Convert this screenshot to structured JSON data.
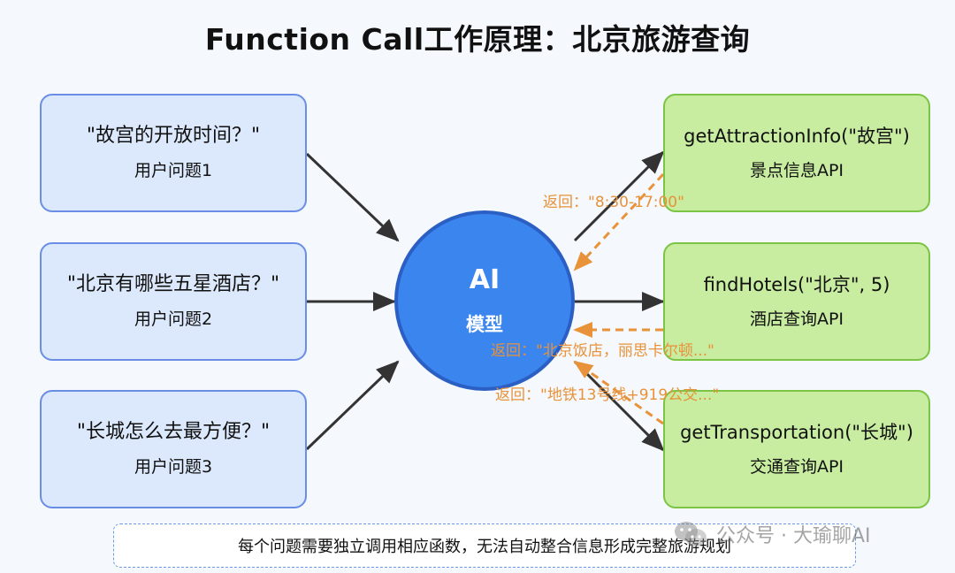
{
  "title": "Function Call工作原理：北京旅游查询",
  "questions": [
    {
      "text": "\"故宫的开放时间？\"",
      "label": "用户问题1"
    },
    {
      "text": "\"北京有哪些五星酒店？\"",
      "label": "用户问题2"
    },
    {
      "text": "\"长城怎么去最方便？\"",
      "label": "用户问题3"
    }
  ],
  "ai": {
    "title": "AI",
    "subtitle": "模型"
  },
  "apis": [
    {
      "call": "getAttractionInfo(\"故宫\")",
      "label": "景点信息API"
    },
    {
      "call": "findHotels(\"北京\", 5)",
      "label": "酒店查询API"
    },
    {
      "call": "getTransportation(\"长城\")",
      "label": "交通查询API"
    }
  ],
  "returns": [
    "返回：\"8:30-17:00\"",
    "返回：\"北京饭店，丽思卡尔顿...\"",
    "返回：\"地铁13号线+919公交...\""
  ],
  "note": "每个问题需要独立调用相应函数，无法自动整合信息形成完整旅游规划",
  "watermark": "公众号 · 大瑜聊AI",
  "colors": {
    "question_fill": "#dce8fb",
    "question_border": "#6a8ee6",
    "api_fill": "#c8eca0",
    "api_border": "#7cc444",
    "ai_fill": "#3a85ee",
    "return_arrow": "#e8923a",
    "arrow": "#333333"
  }
}
